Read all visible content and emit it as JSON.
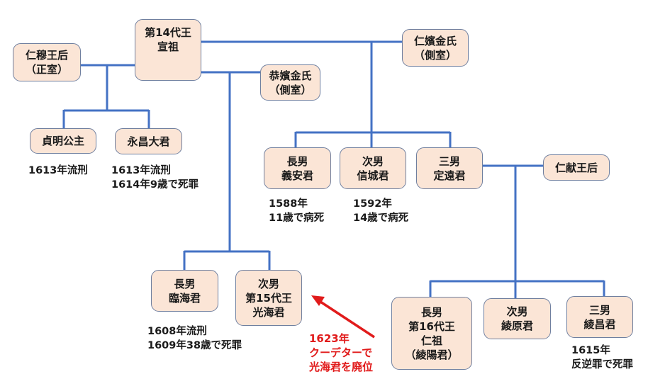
{
  "diagram": {
    "colors": {
      "box_fill": "#fbe5d6",
      "box_border": "#6f7f9f",
      "line": "#4472c4",
      "annotation": "#e11b1b"
    },
    "nodes": {
      "injeong_queen": {
        "lines": [
          "仁穆王后",
          "（正室）"
        ]
      },
      "seonjo": {
        "lines": [
          "第14代王",
          "宣祖"
        ]
      },
      "gongbin": {
        "lines": [
          "恭嬪金氏",
          "（側室）"
        ]
      },
      "inbin": {
        "lines": [
          "仁嬪金氏",
          "（側室）"
        ]
      },
      "jeongmyeong": {
        "lines": [
          "貞明公主"
        ]
      },
      "yeongchang": {
        "lines": [
          "永昌大君"
        ]
      },
      "uian": {
        "lines": [
          "長男",
          "義安君"
        ]
      },
      "sinseong": {
        "lines": [
          "次男",
          "信城君"
        ]
      },
      "jeongwon": {
        "lines": [
          "三男",
          "定遠君"
        ]
      },
      "inheon_queen": {
        "lines": [
          "仁献王后"
        ]
      },
      "imhae": {
        "lines": [
          "長男",
          "臨海君"
        ]
      },
      "gwanghae": {
        "lines": [
          "次男",
          "第15代王",
          "光海君"
        ]
      },
      "injo": {
        "lines": [
          "長男",
          "第16代王",
          "仁祖",
          "（綾陽君）"
        ]
      },
      "neungwon": {
        "lines": [
          "次男",
          "綾原君"
        ]
      },
      "neungchang": {
        "lines": [
          "三男",
          "綾昌君"
        ]
      }
    },
    "notes": {
      "jeongmyeong": [
        "1613年流刑"
      ],
      "yeongchang": [
        "1613年流刑",
        "1614年9歳で死罪"
      ],
      "uian": [
        "1588年",
        "11歳で病死"
      ],
      "sinseong": [
        "1592年",
        "14歳で病死"
      ],
      "imhae": [
        "1608年流刑",
        "1609年38歳で死罪"
      ],
      "neungchang": [
        "1615年",
        "反逆罪で死罪"
      ],
      "coup": [
        "1623年",
        "クーデターで",
        "光海君を廃位"
      ]
    }
  }
}
